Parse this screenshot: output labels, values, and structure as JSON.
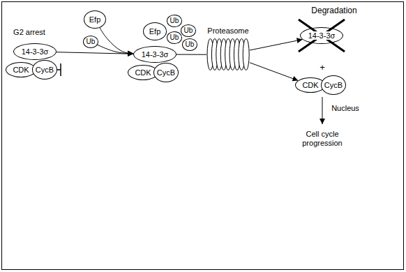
{
  "diagram": {
    "nodes": [
      {
        "text": [
          "14-3-3σ"
        ]
      },
      {
        "text": [
          "CDK"
        ]
      },
      {
        "text": [
          "CycB"
        ]
      },
      {
        "text": [
          "Efp"
        ]
      },
      {
        "text": [
          "Ub"
        ]
      },
      {
        "text": [
          "Efp"
        ]
      },
      {
        "text": [
          "Ub"
        ]
      },
      {
        "text": [
          "Ub"
        ]
      },
      {
        "text": [
          "Ub"
        ]
      },
      {
        "text": [
          "Ub"
        ]
      },
      {
        "text": [
          "14-3-3σ"
        ]
      },
      {
        "text": [
          "CDK"
        ]
      },
      {
        "text": [
          "CycB"
        ]
      },
      {
        "text": [
          "Proteasome"
        ]
      },
      {
        "text": [
          "14-3-3σ"
        ]
      },
      {
        "text": [
          "CDK"
        ]
      },
      {
        "text": [
          "CycB"
        ]
      }
    ],
    "edges": [
      {
        "from": 0,
        "to": 10,
        "arrow": "to"
      },
      {
        "from": 3,
        "to": 10,
        "arrow": "to"
      },
      {
        "from": 4,
        "to": 10,
        "arrow": "to"
      },
      {
        "from": 10,
        "to": 13,
        "arrow": "none"
      },
      {
        "from": 13,
        "to": 14,
        "arrow": "to"
      },
      {
        "from": 13,
        "to": 15,
        "arrow": "to"
      }
    ],
    "labels": [
      "G2 arrest",
      "Degradation",
      "+",
      "Nucleus",
      "Cell cycle progression"
    ]
  }
}
